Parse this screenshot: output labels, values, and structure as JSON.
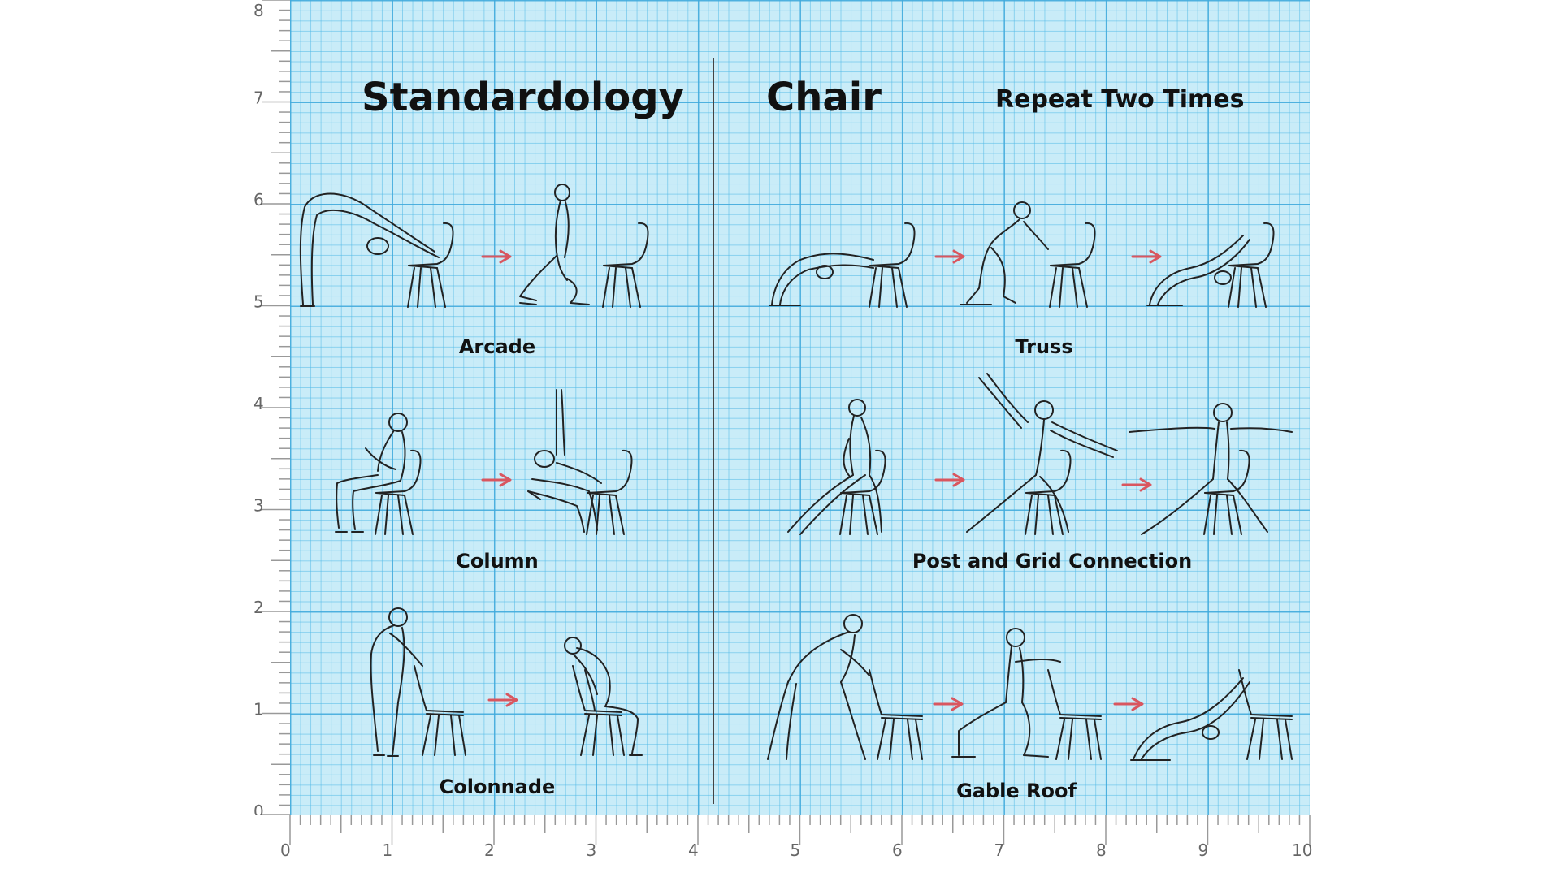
{
  "heading": {
    "left_title": "Standardology",
    "right_title": "Chair",
    "repeat_note": "Repeat Two Times"
  },
  "poses": [
    {
      "name": "Arcade"
    },
    {
      "name": "Truss"
    },
    {
      "name": "Column"
    },
    {
      "name": "Post and Grid Connection"
    },
    {
      "name": "Colonnade"
    },
    {
      "name": "Gable Roof"
    }
  ],
  "rulers": {
    "vertical_labels": [
      "0",
      "1",
      "2",
      "3",
      "4",
      "5",
      "6",
      "7",
      "8"
    ],
    "horizontal_labels": [
      "0",
      "1",
      "2",
      "3",
      "4",
      "5",
      "6",
      "7",
      "8",
      "9",
      "10"
    ]
  },
  "colors": {
    "grid_background": "#c9ecf8",
    "grid_line": "#41aadc",
    "arrow": "#d9565f",
    "ink": "#222222"
  }
}
